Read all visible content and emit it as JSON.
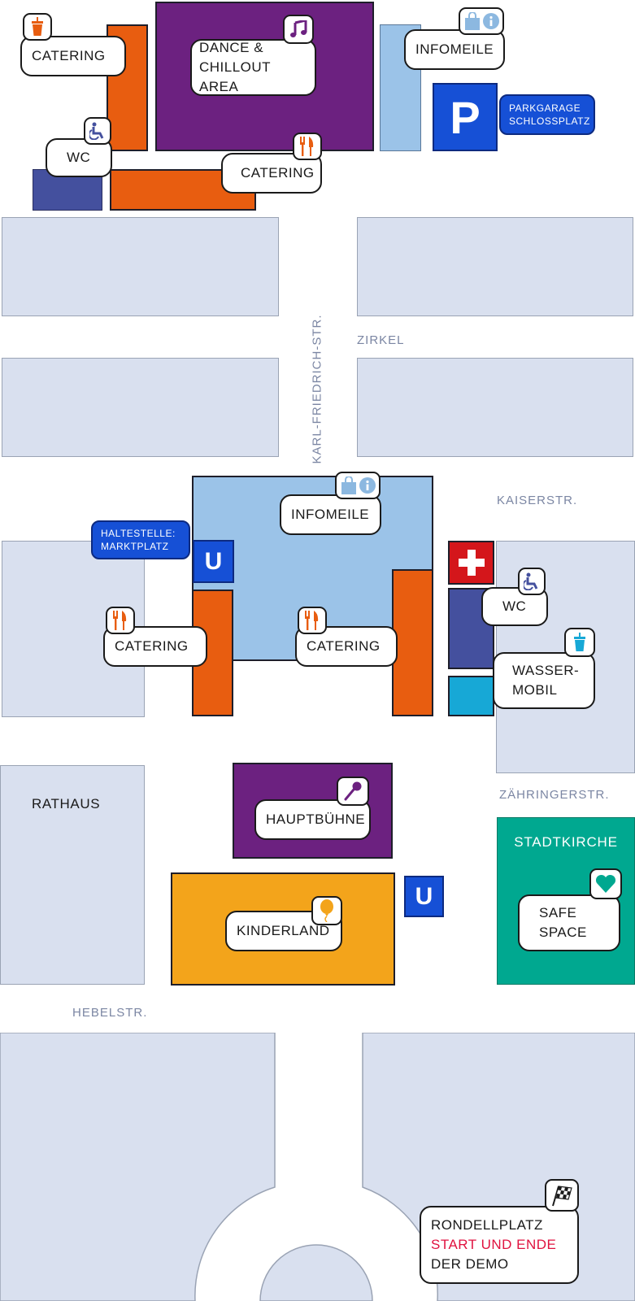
{
  "colors": {
    "building": "#d9e0ef",
    "catering": "#e85d10",
    "purple": "#6c2180",
    "infomeile": "#9bc3e8",
    "wc": "#44509e",
    "parking": "#1650d6",
    "first_aid": "#d4161b",
    "water": "#17a8d6",
    "kinderland": "#f3a41b",
    "stadtkirche": "#00a890",
    "street_text": "#7b86a3",
    "highlight_text": "#e0123f"
  },
  "streets": {
    "karl_friedrich": "KARL-FRIEDRICH-STR.",
    "zirkel": "ZIRKEL",
    "kaiser": "KAISERSTR.",
    "zaehringer": "ZÄHRINGERSTR.",
    "hebel": "HEBELSTR."
  },
  "buildings": {
    "rathaus": "RATHAUS",
    "stadtkirche": "STADTKIRCHE"
  },
  "labels": {
    "catering_top_left": "CATERING",
    "dance": [
      "DANCE &",
      "CHILLOUT AREA"
    ],
    "infomeile_top": "INFOMEILE",
    "parking_letter": "P",
    "parking_label": [
      "PARKGARAGE",
      "SCHLOSSPLATZ"
    ],
    "wc_top": "WC",
    "catering_top_mid": "CATERING",
    "infomeile_center": "INFOMEILE",
    "haltestelle": [
      "HALTESTELLE:",
      "MARKTPLATZ"
    ],
    "u_marktplatz": "U",
    "catering_mid_left": "CATERING",
    "catering_mid_center": "CATERING",
    "wc_right": "WC",
    "wasser": [
      "WASSER-",
      "MOBIL"
    ],
    "hauptbuehne": "HAUPTBÜHNE",
    "kinderland": "KINDERLAND",
    "u_south": "U",
    "safe_space": [
      "SAFE",
      "SPACE"
    ],
    "rondell": [
      "RONDELLPLATZ",
      "START UND ENDE",
      "DER DEMO"
    ]
  },
  "icons": {
    "catering_top_left": "drink-cup-icon",
    "dance": "music-note-icon",
    "infomeile": [
      "shopping-bag-icon",
      "info-icon"
    ],
    "wc": "wheelchair-icon",
    "catering": "fork-knife-icon",
    "first_aid": "first-aid-cross-icon",
    "wasser": "water-cup-icon",
    "hauptbuehne": "microphone-icon",
    "kinderland": "balloon-icon",
    "safe_space": "heart-icon",
    "rondell": "checkered-flag-icon"
  }
}
